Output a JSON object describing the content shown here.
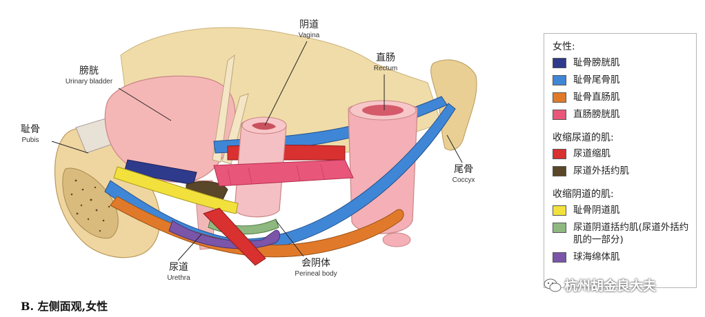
{
  "labels": {
    "vagina": {
      "cn": "阴道",
      "en": "Vagina"
    },
    "rectum": {
      "cn": "直肠",
      "en": "Rectum"
    },
    "bladder": {
      "cn": "膀胱",
      "en": "Urinary bladder"
    },
    "pubis": {
      "cn": "耻骨",
      "en": "Pubis"
    },
    "coccyx": {
      "cn": "尾骨",
      "en": "Coccyx"
    },
    "urethra": {
      "cn": "尿道",
      "en": "Urethra"
    },
    "perineal_body": {
      "cn": "会阴体",
      "en": "Perineal body"
    }
  },
  "legend": {
    "female": {
      "title": "女性:",
      "items": [
        {
          "label": "耻骨膀胱肌",
          "color": "#2e3a8c"
        },
        {
          "label": "耻骨尾骨肌",
          "color": "#3f86d6"
        },
        {
          "label": "耻骨直肠肌",
          "color": "#e07a2a"
        },
        {
          "label": "直肠膀胱肌",
          "color": "#e8577a"
        }
      ]
    },
    "urethra_group": {
      "title": "收缩尿道的肌:",
      "items": [
        {
          "label": "尿道缩肌",
          "color": "#d93030"
        },
        {
          "label": "尿道外括约肌",
          "color": "#5a4628"
        }
      ]
    },
    "vagina_group": {
      "title": "收缩阴道的肌:",
      "items": [
        {
          "label": "耻骨阴道肌",
          "color": "#f2e13c"
        },
        {
          "label": "尿道阴道括约肌(尿道外括约肌的一部分)",
          "color": "#8fb880"
        },
        {
          "label": "球海绵体肌",
          "color": "#7a55a8"
        }
      ]
    }
  },
  "caption": "B. 左侧面观,女性",
  "watermark": "杭州胡金良大夫"
}
